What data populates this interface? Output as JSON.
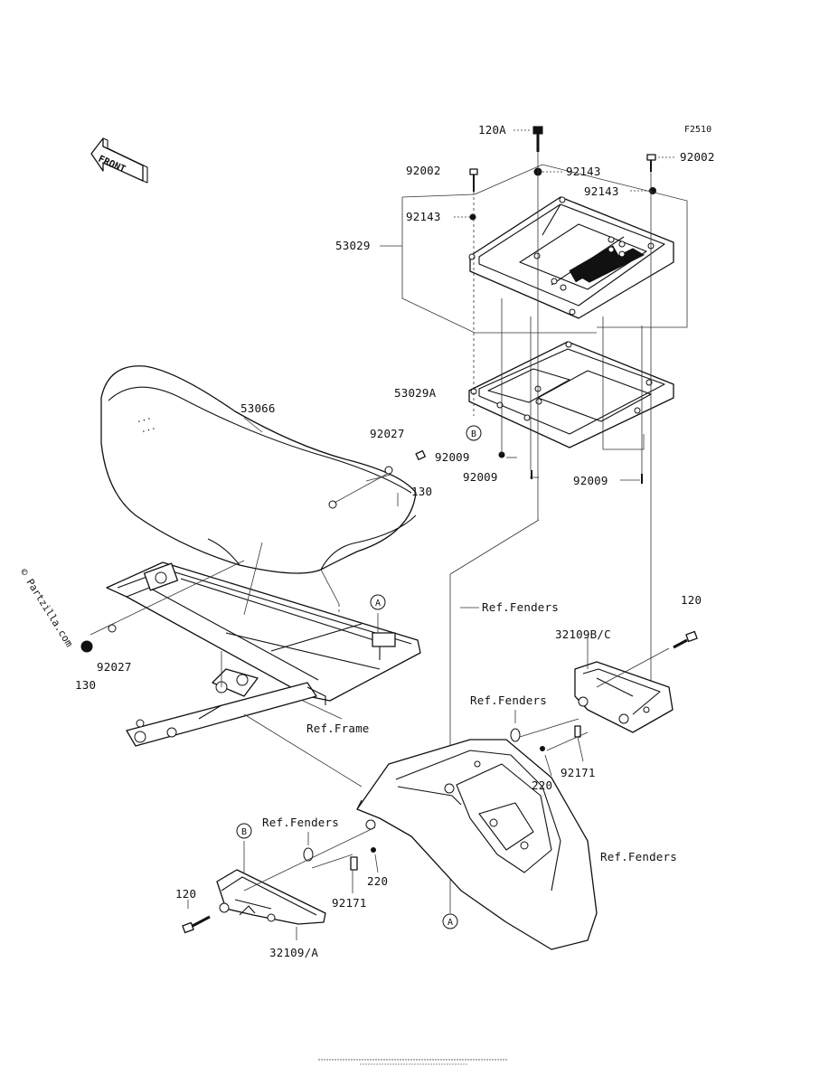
{
  "figure_code": "F2510",
  "front_arrow_label": "FRONT",
  "watermark": "© Partzilla.com",
  "footer_text": "",
  "labels": {
    "p120A": "120A",
    "p92002_left": "92002",
    "p92002_right": "92002",
    "p92143_top": "92143",
    "p92143_right": "92143",
    "p92143_left": "92143",
    "p53029": "53029",
    "p53029A": "53029A",
    "p53066": "53066",
    "p92027_top": "92027",
    "p130_top": "130",
    "p92009_b": "92009",
    "p92009_c": "92009",
    "p92009_r": "92009",
    "p92027_left": "92027",
    "p130_left": "130",
    "ref_fenders_1": "Ref.Fenders",
    "p120_right": "120",
    "p32109BC": "32109B/C",
    "ref_fenders_2": "Ref.Fenders",
    "ref_frame": "Ref.Frame",
    "p220_right": "220",
    "p92171_right": "92171",
    "ref_fenders_3": "Ref.Fenders",
    "ref_fenders_4": "Ref.Fenders",
    "p120_left": "120",
    "p220_left": "220",
    "p92171_left": "92171",
    "p32109A": "32109/A"
  },
  "callouts": {
    "A_top": "A",
    "A_bottom": "A",
    "B_top": "B",
    "B_bottom": "B"
  }
}
